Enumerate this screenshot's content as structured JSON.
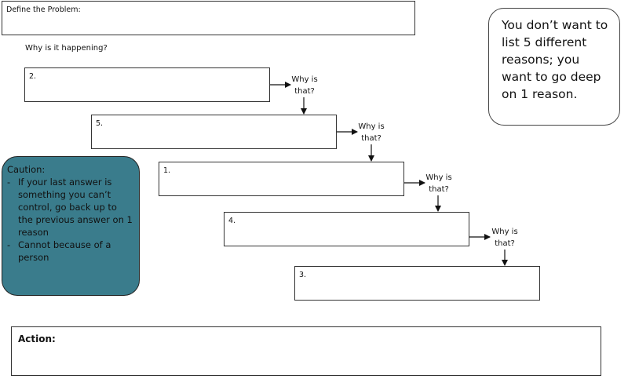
{
  "problem": {
    "label": "Define the Problem:"
  },
  "prompt": "Why is it happening?",
  "steps": [
    {
      "label": "2."
    },
    {
      "label": "5."
    },
    {
      "label": "1."
    },
    {
      "label": "4."
    },
    {
      "label": "3."
    }
  ],
  "why_label_line1": "Why is",
  "why_label_line2": "that?",
  "note": "You don’t want to list 5 different reasons; you want to go deep on 1 reason.",
  "caution": {
    "title": "Caution:",
    "items": [
      "If your last answer is something you can’t control, go back up to the previous answer on 1 reason",
      "Cannot because of a person"
    ]
  },
  "action": {
    "label": "Action:"
  },
  "colors": {
    "caution_fill": "#3a7c8c",
    "stroke": "#333333"
  }
}
